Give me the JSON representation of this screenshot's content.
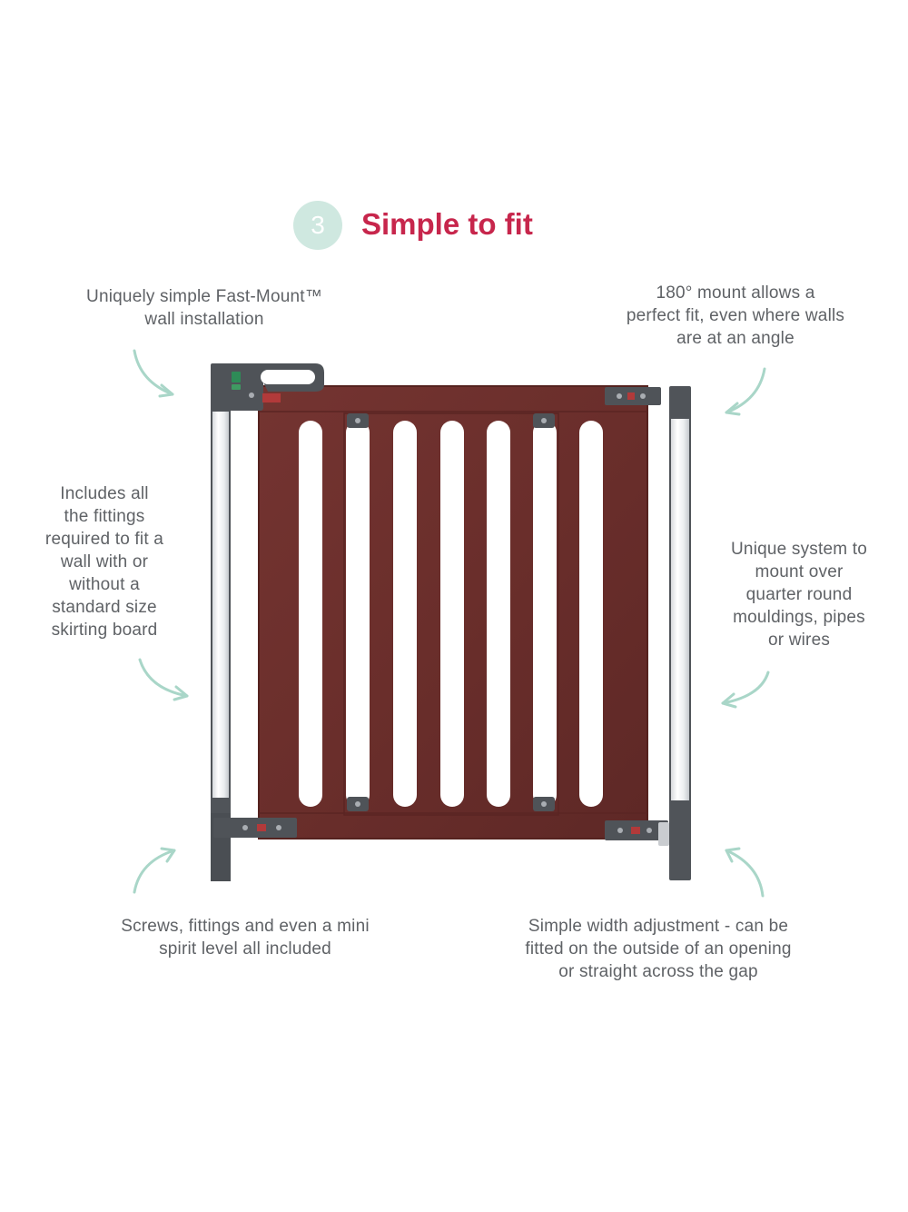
{
  "step": {
    "number": "3",
    "title": "Simple to fit"
  },
  "captions": {
    "top_left": [
      "Uniquely simple Fast-Mount™",
      "wall installation"
    ],
    "top_right": [
      "180° mount allows a",
      "perfect fit, even where walls",
      "are at an angle"
    ],
    "middle_left": [
      "Includes all",
      "the fittings",
      "required to fit a",
      "wall with or",
      "without a",
      "standard size",
      "skirting board"
    ],
    "middle_right": [
      "Unique system to",
      "mount over",
      "quarter round",
      "mouldings, pipes",
      "or wires"
    ],
    "bottom_left": [
      "Screws, fittings and even a mini",
      "spirit level all included"
    ],
    "bottom_right": [
      "Simple width adjustment - can be",
      "fitted on the outside of an opening",
      "or straight across the gap"
    ]
  },
  "colors": {
    "accent_red": "#c7264c",
    "circle_mint": "#cfe8e0",
    "arrow_mint": "#a9d6c8",
    "gate_wood": "#6b2f2c",
    "bracket_grey": "#4f5358",
    "text_grey": "#5f6266"
  },
  "icons": {
    "arrows": "curved-arrow-icon",
    "product": "safety-gate-image"
  }
}
